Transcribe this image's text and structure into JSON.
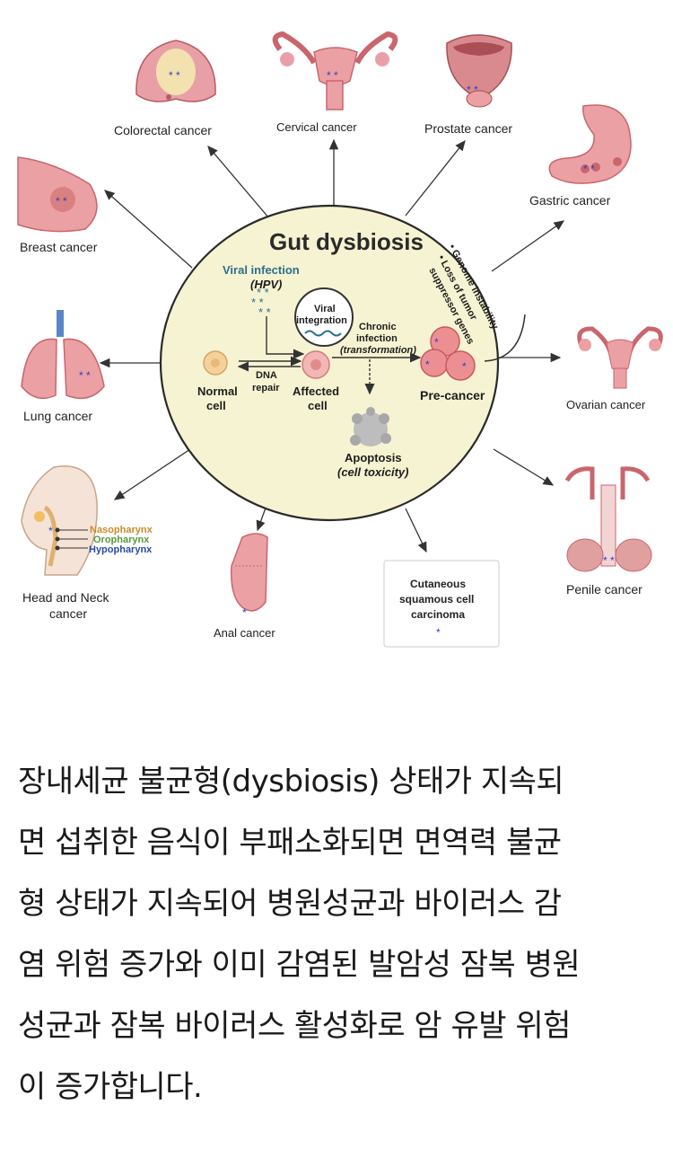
{
  "diagram": {
    "title": "Gut dysbiosis",
    "center": {
      "viral_infection": "Viral infection",
      "hpv": "(HPV)",
      "viral_integration_1": "Viral",
      "viral_integration_2": "integration",
      "chronic_1": "Chronic",
      "chronic_2": "infection",
      "chronic_3": "(transformation)",
      "normal_cell_1": "Normal",
      "normal_cell_2": "cell",
      "dna_repair_1": "DNA",
      "dna_repair_2": "repair",
      "affected_cell_1": "Affected",
      "affected_cell_2": "cell",
      "pre_cancer": "Pre-cancer",
      "apoptosis_1": "Apoptosis",
      "apoptosis_2": "(cell toxicity)",
      "genome_1": "• Genome instability",
      "genome_2": "• Loss of tumor",
      "genome_3": "suppressor genes"
    },
    "cancers": {
      "colorectal": "Colorectal cancer",
      "cervical": "Cervical cancer",
      "prostate": "Prostate cancer",
      "gastric": "Gastric cancer",
      "breast": "Breast cancer",
      "lung": "Lung cancer",
      "ovarian": "Ovarian cancer",
      "head_neck_1": "Head and Neck",
      "head_neck_2": "cancer",
      "anal": "Anal cancer",
      "cutaneous_1": "Cutaneous",
      "cutaneous_2": "squamous cell",
      "cutaneous_3": "carcinoma",
      "penile": "Penile cancer"
    },
    "throat": {
      "nasopharynx": "Nasopharynx",
      "oropharynx": "Oropharynx",
      "hypopharynx": "Hypopharynx"
    },
    "colors": {
      "circle_fill": "#f6f3d2",
      "organ": "#eba0a4",
      "organ_dark": "#c9666d",
      "virus": "#2a3fc8",
      "viral_text": "#2b6f8e"
    }
  },
  "paragraph": {
    "lines": [
      "장내세균 불균형(dysbiosis) 상태가 지속되",
      "면 섭취한 음식이 부패소화되면 면역력 불균",
      "형 상태가 지속되어 병원성균과 바이러스 감",
      "염 위험 증가와 이미 감염된 발암성 잠복 병원",
      "성균과 잠복 바이러스 활성화로 암 유발 위험",
      "이 증가합니다."
    ]
  }
}
